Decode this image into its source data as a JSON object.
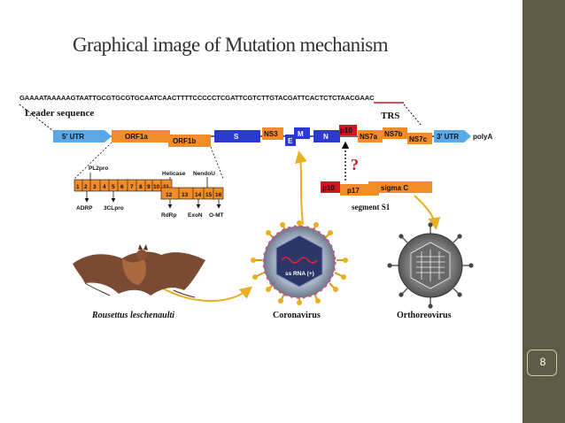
{
  "slide": {
    "title": "Graphical image of Mutation mechanism",
    "page_number": "8"
  },
  "colors": {
    "sidebar": "#5f5a44",
    "orf_orange": "#f28c28",
    "structural_blue": "#2b3bd0",
    "utr_blue": "#5aa9e6",
    "p10_red": "#d2141e",
    "arrow_gold": "#e8b020"
  },
  "diagram": {
    "sequence": "GAAAATAAAAAGTAATTGCGTGCGTGCAATCAACTTTTCCCCCTCGATTCGTCTTGTACGATTCACTCTCTAACGAAC",
    "leader_label": "Leader sequence",
    "trs_label": "TRS",
    "genome": {
      "utr5": "5' UTR",
      "orf1a": "ORF1a",
      "orf1b": "ORF1b",
      "s": "S",
      "ns3": "NS3",
      "e": "E",
      "m": "M",
      "n": "N",
      "p10": "p10",
      "ns7a": "NS7a",
      "ns7b": "NS7b",
      "ns7c": "NS7c",
      "utr3": "3' UTR",
      "polya": "polyA"
    },
    "question_mark": "?",
    "orf1a_domains": [
      "1",
      "2",
      "3",
      "4",
      "5",
      "6",
      "7",
      "8",
      "9",
      "10",
      "11"
    ],
    "orf1b_domains": [
      "12",
      "13",
      "14",
      "15",
      "16"
    ],
    "protein_labels": {
      "pl2pro": "PL2pro",
      "helicase": "Helicase",
      "nendou": "NendoU",
      "adrp": "ADRP",
      "clpro": "3CLpro",
      "rdrp": "RdRp",
      "exon": "ExoN",
      "omt": "O-MT"
    },
    "segment": {
      "p10": "p10",
      "p17": "p17",
      "sigma": "sigma C",
      "label": "segment S1"
    },
    "virus_inner": "ss RNA (+)",
    "captions": {
      "bat": "Rousettus leschenaulti",
      "corona": "Coronavirus",
      "orthoreo": "Orthoreovirus"
    }
  }
}
